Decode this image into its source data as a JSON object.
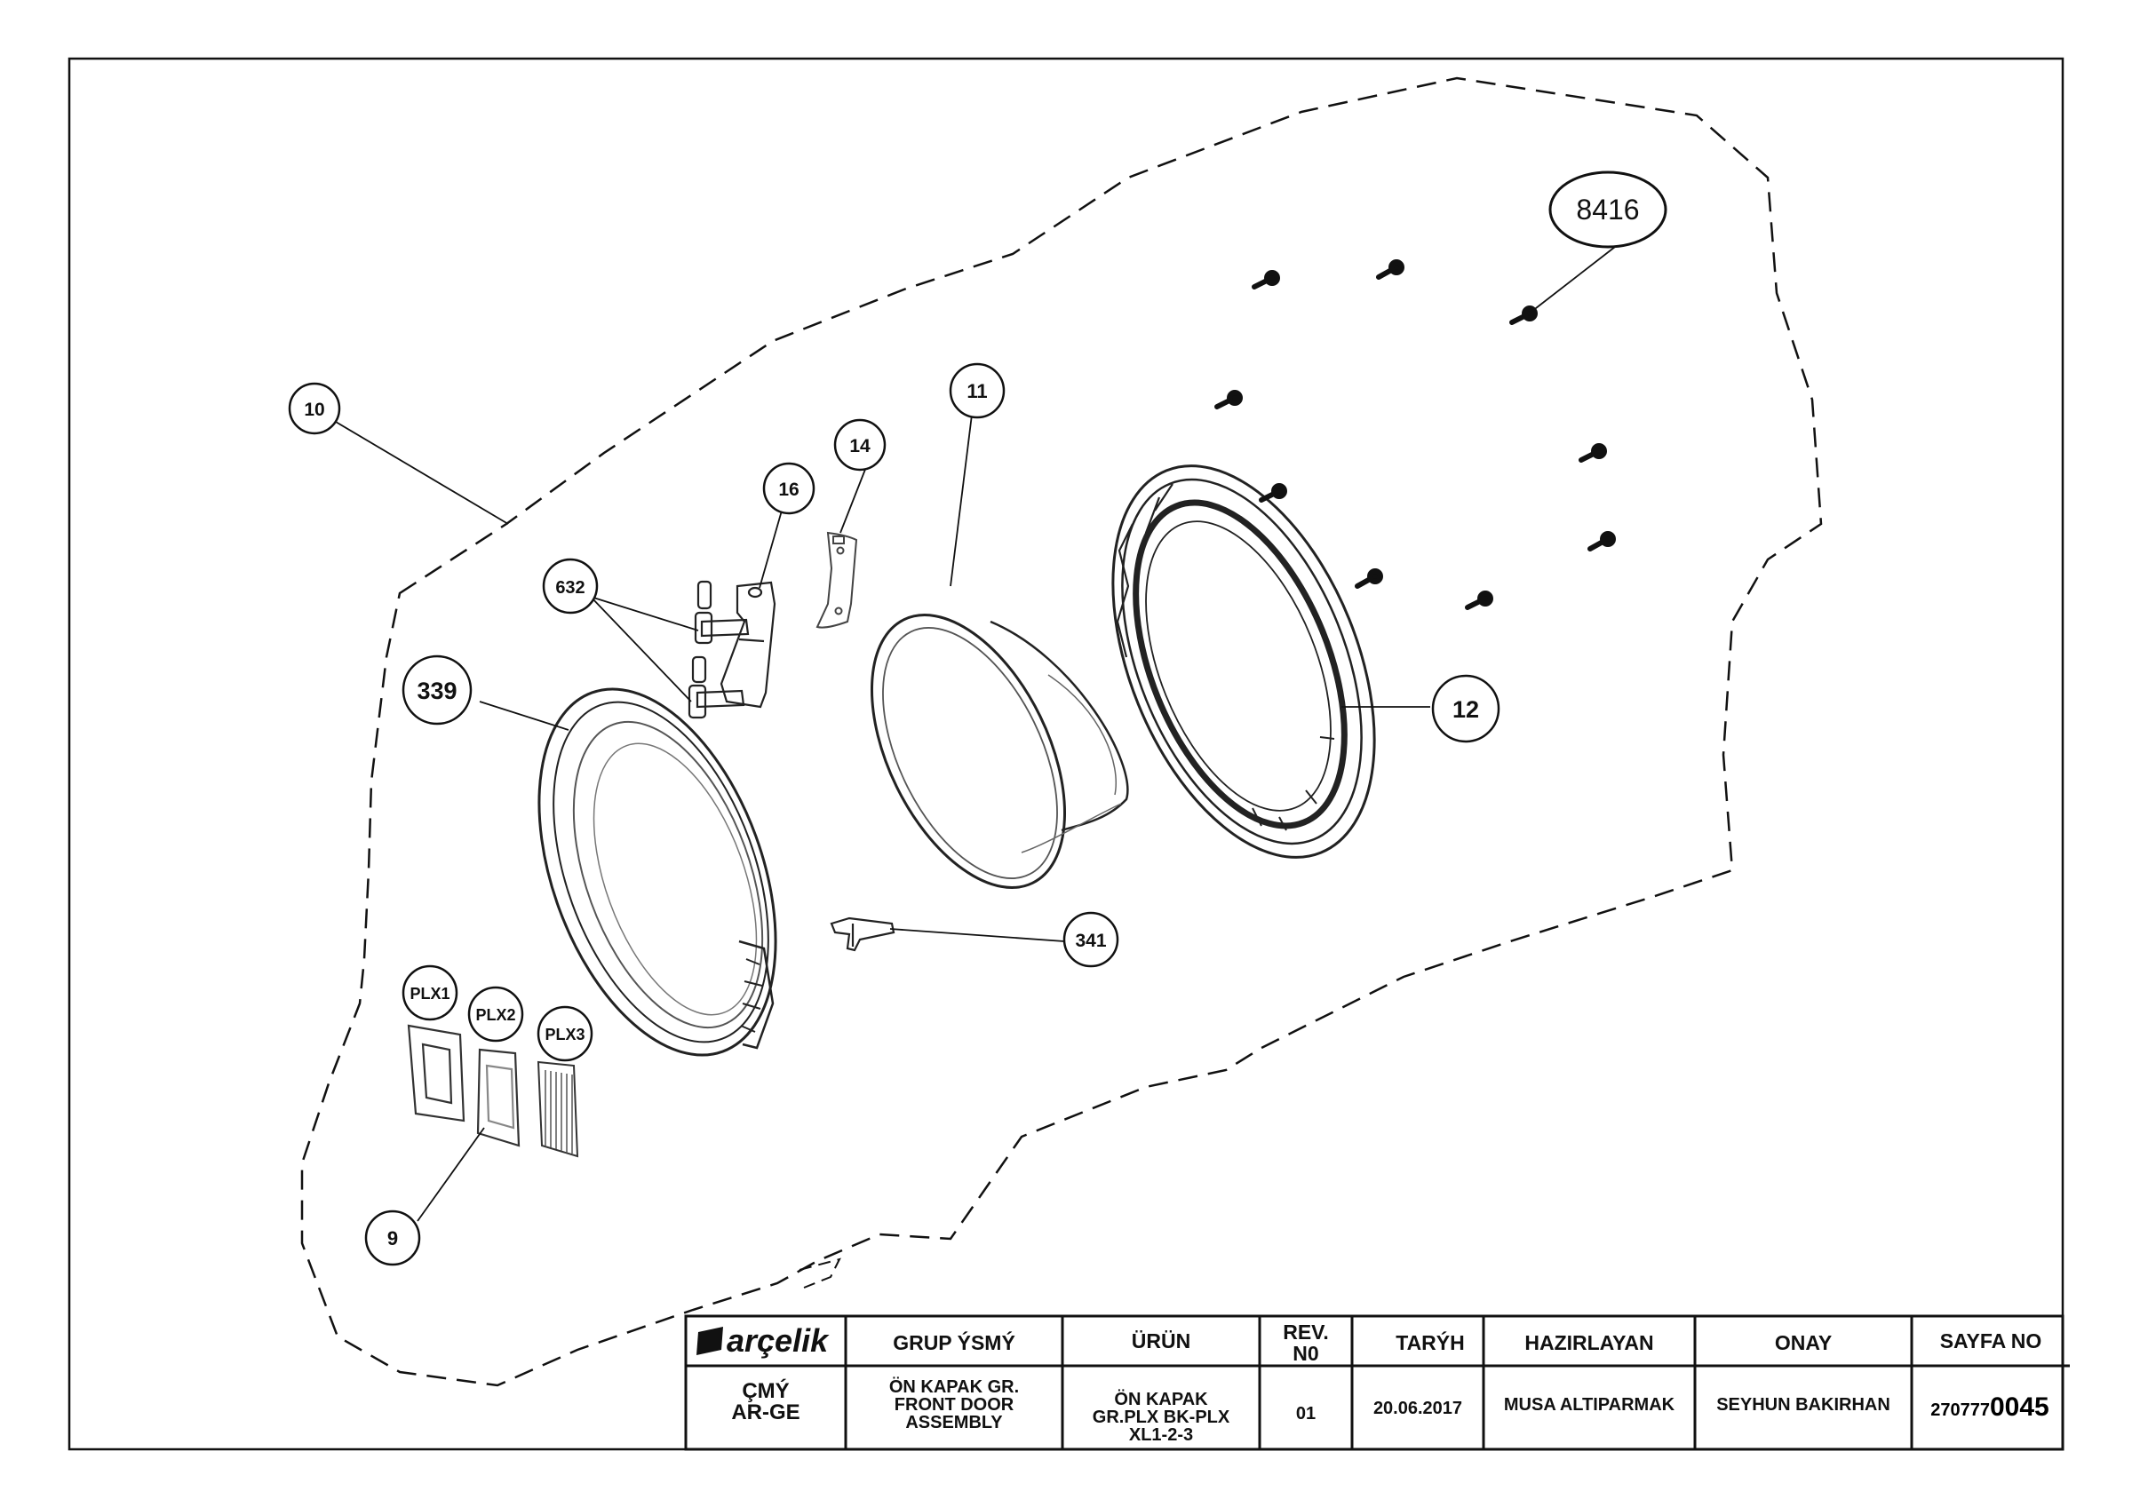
{
  "callouts": {
    "c10": "10",
    "c11": "11",
    "c12": "12",
    "c14": "14",
    "c16": "16",
    "c632": "632",
    "c339": "339",
    "c341": "341",
    "c8416": "8416",
    "cPLX1": "PLX1",
    "cPLX2": "PLX2",
    "cPLX3": "PLX3",
    "c9": "9"
  },
  "title_block": {
    "logo": "arçelik",
    "headers": {
      "group": "GRUP ÝSMÝ",
      "product": "ÜRÜN",
      "rev_line1": "REV.",
      "rev_line2": "N0",
      "date": "TARÝH",
      "prepared": "HAZIRLAYAN",
      "approval": "ONAY",
      "page": "SAYFA NO"
    },
    "values": {
      "dept_line1": "ÇMÝ",
      "dept_line2": "AR-GE",
      "group_line1": "ÖN KAPAK GR.",
      "group_line2": "FRONT DOOR",
      "group_line3": "ASSEMBLY",
      "product_line1": "ÖN KAPAK",
      "product_line2": "GR.PLX BK-PLX",
      "product_line3": "XL1-2-3",
      "rev": "01",
      "date": "20.06.2017",
      "prepared": "MUSA ALTIPARMAK",
      "approval": "SEYHUN BAKIRHAN",
      "page_prefix": "270777",
      "page_suffix": "0045"
    }
  }
}
